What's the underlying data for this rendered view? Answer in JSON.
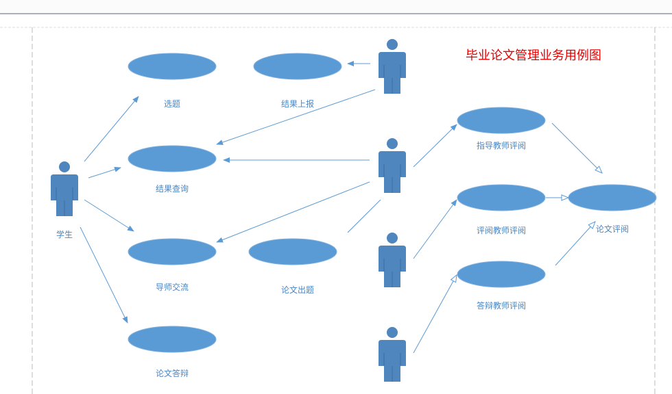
{
  "title": "毕业论文管理业务用例图",
  "actors": {
    "student": "学生"
  },
  "use_cases": {
    "select_topic": "选题",
    "report_results": "结果上报",
    "query_results": "结果查询",
    "advisor_communication": "导师交流",
    "thesis_topic": "论文出题",
    "thesis_defense": "论文答辩",
    "advisor_review": "指导教师评阅",
    "reviewer_review": "评阅教师评阅",
    "thesis_review": "论文评阅",
    "defense_teacher_review": "答辩教师评阅"
  },
  "colors": {
    "shape": "#5b9bd5",
    "line": "#5b9bd5",
    "title": "#e60000"
  }
}
